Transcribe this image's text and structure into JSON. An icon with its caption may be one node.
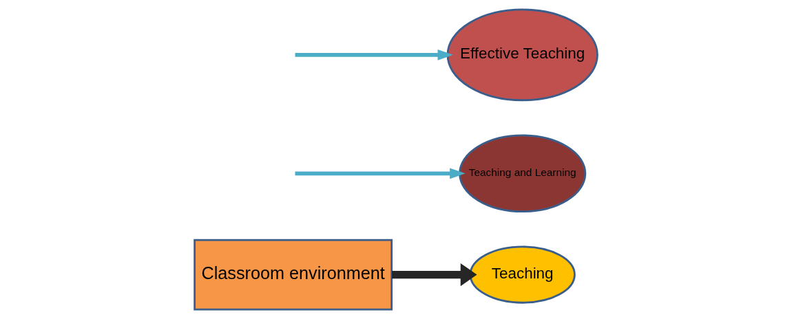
{
  "diagram": {
    "nodes": [
      {
        "text": [
          "Classroom environment"
        ]
      },
      {
        "text": [
          "Teaching and Learning"
        ]
      },
      {
        "text": [
          "Teaching"
        ]
      },
      {
        "text": [
          "Effective Teaching"
        ]
      }
    ],
    "edges": [
      {
        "from": 0,
        "to": 2,
        "arrow": "to",
        "style": "thick",
        "color": "#262626"
      },
      {
        "from": null,
        "to": 1,
        "arrow": "to"
      },
      {
        "from": null,
        "to": 3,
        "arrow": "to"
      }
    ]
  }
}
